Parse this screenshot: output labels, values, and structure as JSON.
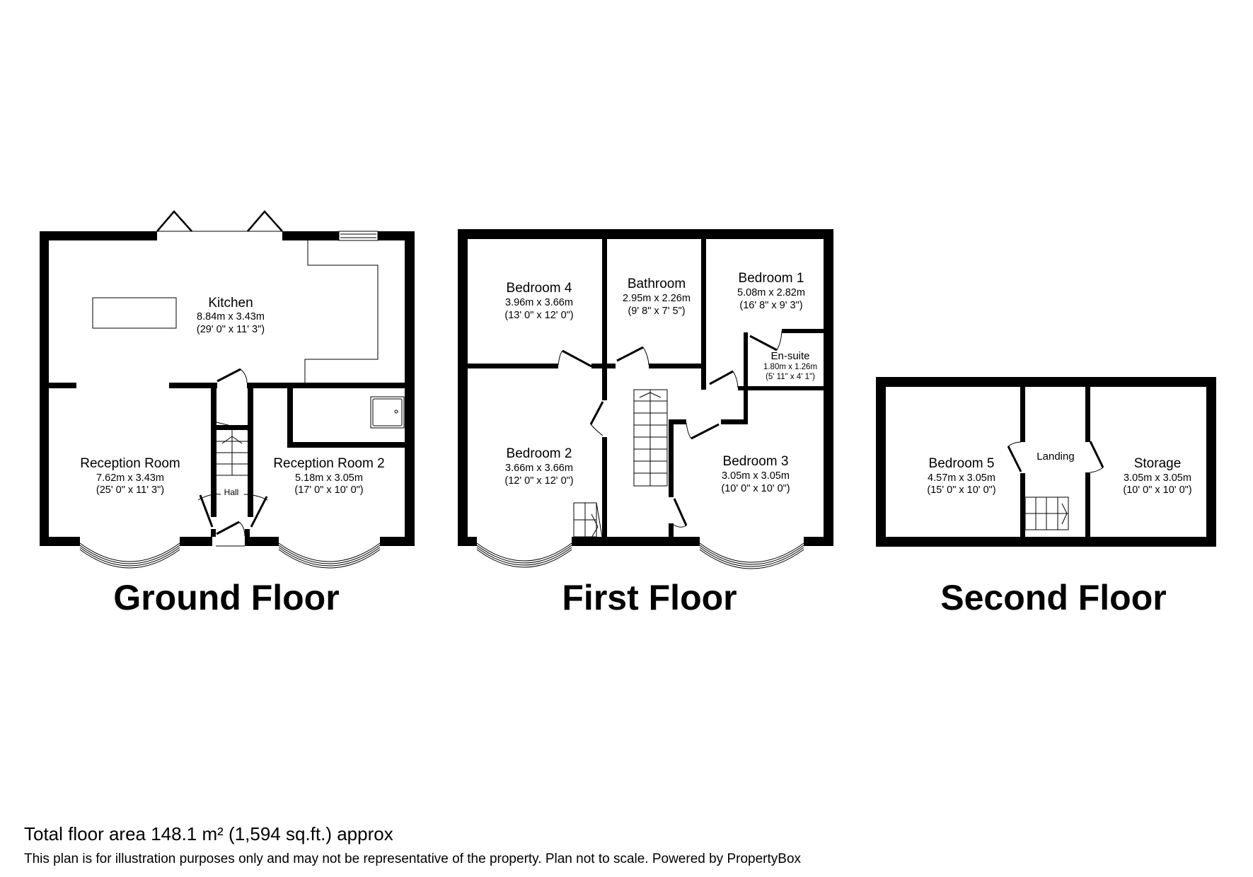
{
  "floors": [
    {
      "title": "Ground Floor",
      "rooms": [
        {
          "name": "Kitchen",
          "metric": "8.84m x 3.43m",
          "imperial": "(29' 0\" x 11' 3\")"
        },
        {
          "name": "Reception Room",
          "metric": "7.62m x 3.43m",
          "imperial": "(25' 0\" x 11' 3\")"
        },
        {
          "name": "Reception Room 2",
          "metric": "5.18m x 3.05m",
          "imperial": "(17' 0\" x 10' 0\")"
        },
        {
          "name": "Hall"
        }
      ]
    },
    {
      "title": "First Floor",
      "rooms": [
        {
          "name": "Bedroom 4",
          "metric": "3.96m x 3.66m",
          "imperial": "(13' 0\" x 12' 0\")"
        },
        {
          "name": "Bathroom",
          "metric": "2.95m x 2.26m",
          "imperial": "(9' 8\" x 7' 5\")"
        },
        {
          "name": "Bedroom 1",
          "metric": "5.08m x 2.82m",
          "imperial": "(16' 8\" x 9' 3\")"
        },
        {
          "name": "En-suite",
          "metric": "1.80m x 1.26m",
          "imperial": "(5' 11\" x 4' 1\")"
        },
        {
          "name": "Bedroom 2",
          "metric": "3.66m x 3.66m",
          "imperial": "(12' 0\" x 12' 0\")"
        },
        {
          "name": "Bedroom 3",
          "metric": "3.05m x 3.05m",
          "imperial": "(10' 0\" x 10' 0\")"
        }
      ]
    },
    {
      "title": "Second Floor",
      "rooms": [
        {
          "name": "Bedroom 5",
          "metric": "4.57m x 3.05m",
          "imperial": "(15' 0\" x 10' 0\")"
        },
        {
          "name": "Landing"
        },
        {
          "name": "Storage",
          "metric": "3.05m x 3.05m",
          "imperial": "(10' 0\" x 10' 0\")"
        }
      ]
    }
  ],
  "footer": {
    "total_area": "Total floor area 148.1 m² (1,594 sq.ft.) approx",
    "disclaimer": "This plan is for illustration purposes only and may not be representative of the property. Plan not to scale. Powered by PropertyBox"
  }
}
